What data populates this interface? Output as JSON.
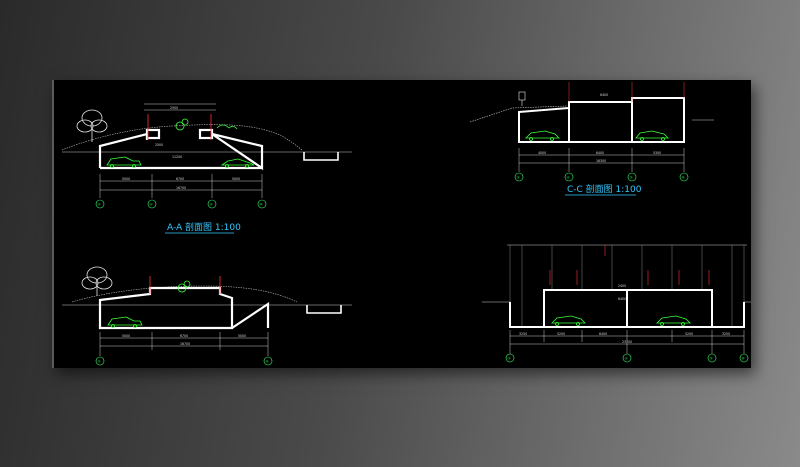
{
  "drawing": {
    "sections": [
      {
        "id": "A-A",
        "title": "A-A 剖面图 1:100",
        "dims_top": [
          "2500",
          "2500",
          "11200"
        ],
        "dims_bottom": [
          "5000",
          "6700",
          "5000"
        ],
        "dim_total": "16700",
        "grid_labels": [
          "①",
          "②",
          "③",
          "④"
        ]
      },
      {
        "id": "C-C",
        "title": "C-C 剖面图 1:100",
        "dims_top": [
          "6400"
        ],
        "dims_bottom": [
          "4000",
          "6400",
          "5300"
        ],
        "dim_total": "16300",
        "grid_labels": [
          "①",
          "②",
          "③",
          "④"
        ]
      },
      {
        "id": "B-B",
        "title": "",
        "dims_top": [],
        "dims_bottom": [
          "5000",
          "6700",
          "5000"
        ],
        "dim_total": "16700",
        "grid_labels": [
          "①",
          "④"
        ]
      },
      {
        "id": "D-D",
        "title": "",
        "dims_top": [
          "2400",
          "6400"
        ],
        "dims_bottom": [
          "3250",
          "5200",
          "6400",
          "5200",
          "3250"
        ],
        "dim_total": "23700",
        "grid_labels": [
          "①",
          "②",
          "③",
          "④"
        ]
      }
    ],
    "colors": {
      "background": "#000000",
      "structure": "#ffffff",
      "vehicles": "#39ff39",
      "dimensions": "#ffffff",
      "grid_bubbles": "#33ff66",
      "section_marks": "#ff3333",
      "title": "#33c9ff"
    }
  }
}
